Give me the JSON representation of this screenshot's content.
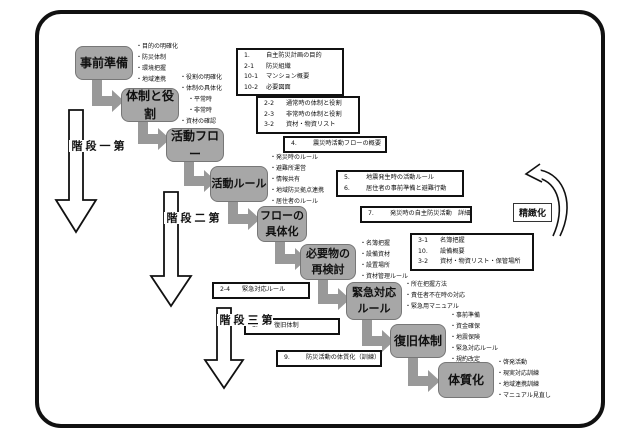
{
  "steps": [
    {
      "label": "事前準備"
    },
    {
      "label": "体制と役割"
    },
    {
      "label": "活動フロー"
    },
    {
      "label": "活動ルール"
    },
    {
      "label": "フローの 具体化"
    },
    {
      "label": "必要物の 再検討"
    },
    {
      "label": "緊急対応 ルール"
    },
    {
      "label": "復旧体制"
    },
    {
      "label": "体質化"
    }
  ],
  "bullets": {
    "jizen": [
      "目的の明確化",
      "防災体制",
      "環境把握",
      "地域連携"
    ],
    "taisei": [
      "役割の明確化",
      "体制の具体化",
      "平常時",
      "非常時",
      "資材の確認"
    ],
    "rule": [
      "発災時のルール",
      "避難所運営",
      "情報共有",
      "地域防災拠点連携",
      "居住者のルール"
    ],
    "hitsuyou": [
      "名簿把握",
      "設備資材",
      "設置場所",
      "資材管理ルール"
    ],
    "kinkyu": [
      "所在把握方法",
      "責任者不在時の対応",
      "緊急用マニュアル"
    ],
    "fukkyu": [
      "事前準備",
      "資金確保",
      "地震保険",
      "緊急対応ルール",
      "規約改定"
    ],
    "taishitsu": [
      "啓発活動",
      "現実対応訓練",
      "地域連携訓練",
      "マニュアル見直し"
    ]
  },
  "refs": {
    "r1": [
      {
        "num": "1.",
        "text": "自主防災計画の目的"
      },
      {
        "num": "2-1",
        "text": "防災組織"
      },
      {
        "num": "10-1",
        "text": "マンション概要"
      },
      {
        "num": "10-2",
        "text": "必要図面"
      }
    ],
    "r2": [
      {
        "num": "2-2",
        "text": "通常時の体制と役割"
      },
      {
        "num": "2-3",
        "text": "非常時の体制と役割"
      },
      {
        "num": "3-2",
        "text": "資材・物資リスト"
      }
    ],
    "r3": [
      {
        "num": "4.",
        "text": "震災時活動フローの概要"
      }
    ],
    "r4": [
      {
        "num": "5.",
        "text": "地震発生時の活動ルール"
      },
      {
        "num": "6.",
        "text": "居住者の事前準備と避難行動"
      }
    ],
    "r5": [
      {
        "num": "7.",
        "text": "発災時の自主防災活動　詳細"
      }
    ],
    "r6": [
      {
        "num": "3-1",
        "text": "名簿把握"
      },
      {
        "num": "10.",
        "text": "設備概要"
      },
      {
        "num": "3-2",
        "text": "資材・物資リスト・保管場所"
      }
    ],
    "r7": [
      {
        "num": "2-4",
        "text": "緊急対応ルール"
      }
    ],
    "r8": [
      {
        "num": "8.",
        "text": "復旧体制"
      }
    ],
    "r9": [
      {
        "num": "9.",
        "text": "防災活動の体質化（訓練）"
      }
    ]
  },
  "stages": [
    {
      "label": "第一段階"
    },
    {
      "label": "第二段階"
    },
    {
      "label": "第三段階"
    }
  ],
  "refine": {
    "label": "精緻化"
  }
}
